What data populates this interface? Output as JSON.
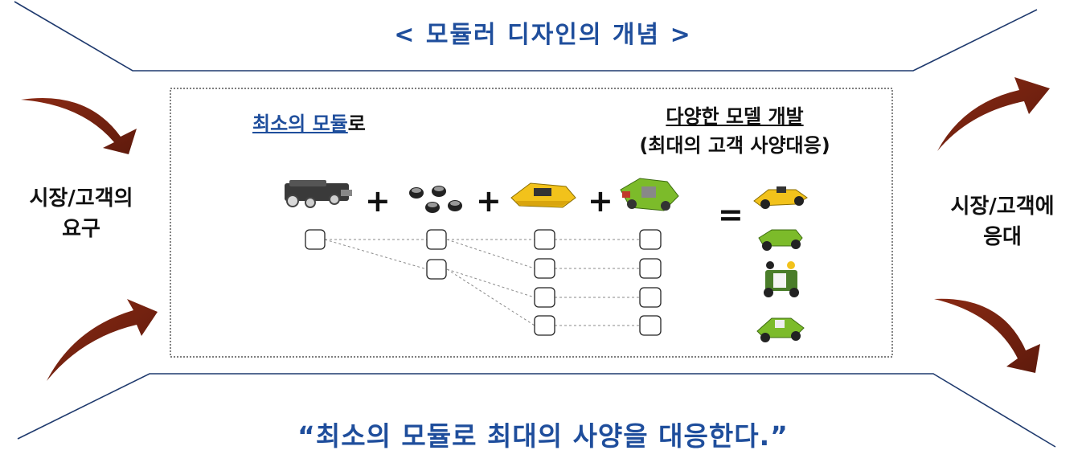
{
  "title": "< 모듈러 디자인의 개념 >",
  "left_label": {
    "line1": "시장/고객의",
    "line2": "요구"
  },
  "right_label": {
    "line1": "시장/고객에",
    "line2": "응대"
  },
  "left_heading": {
    "underlined": "최소의 모듈",
    "suffix": "로"
  },
  "right_heading": {
    "line1": "다양한 모델 개발",
    "line2": "(최대의 고객 사양대응)"
  },
  "operators": {
    "plus": "+",
    "equals": "="
  },
  "slogan": "“최소의 모듈로 최대의 사양을 대응한다.”",
  "colors": {
    "title_blue": "#1f4e9c",
    "arrow": "#7a2312",
    "line_navy": "#1f3a6e"
  }
}
